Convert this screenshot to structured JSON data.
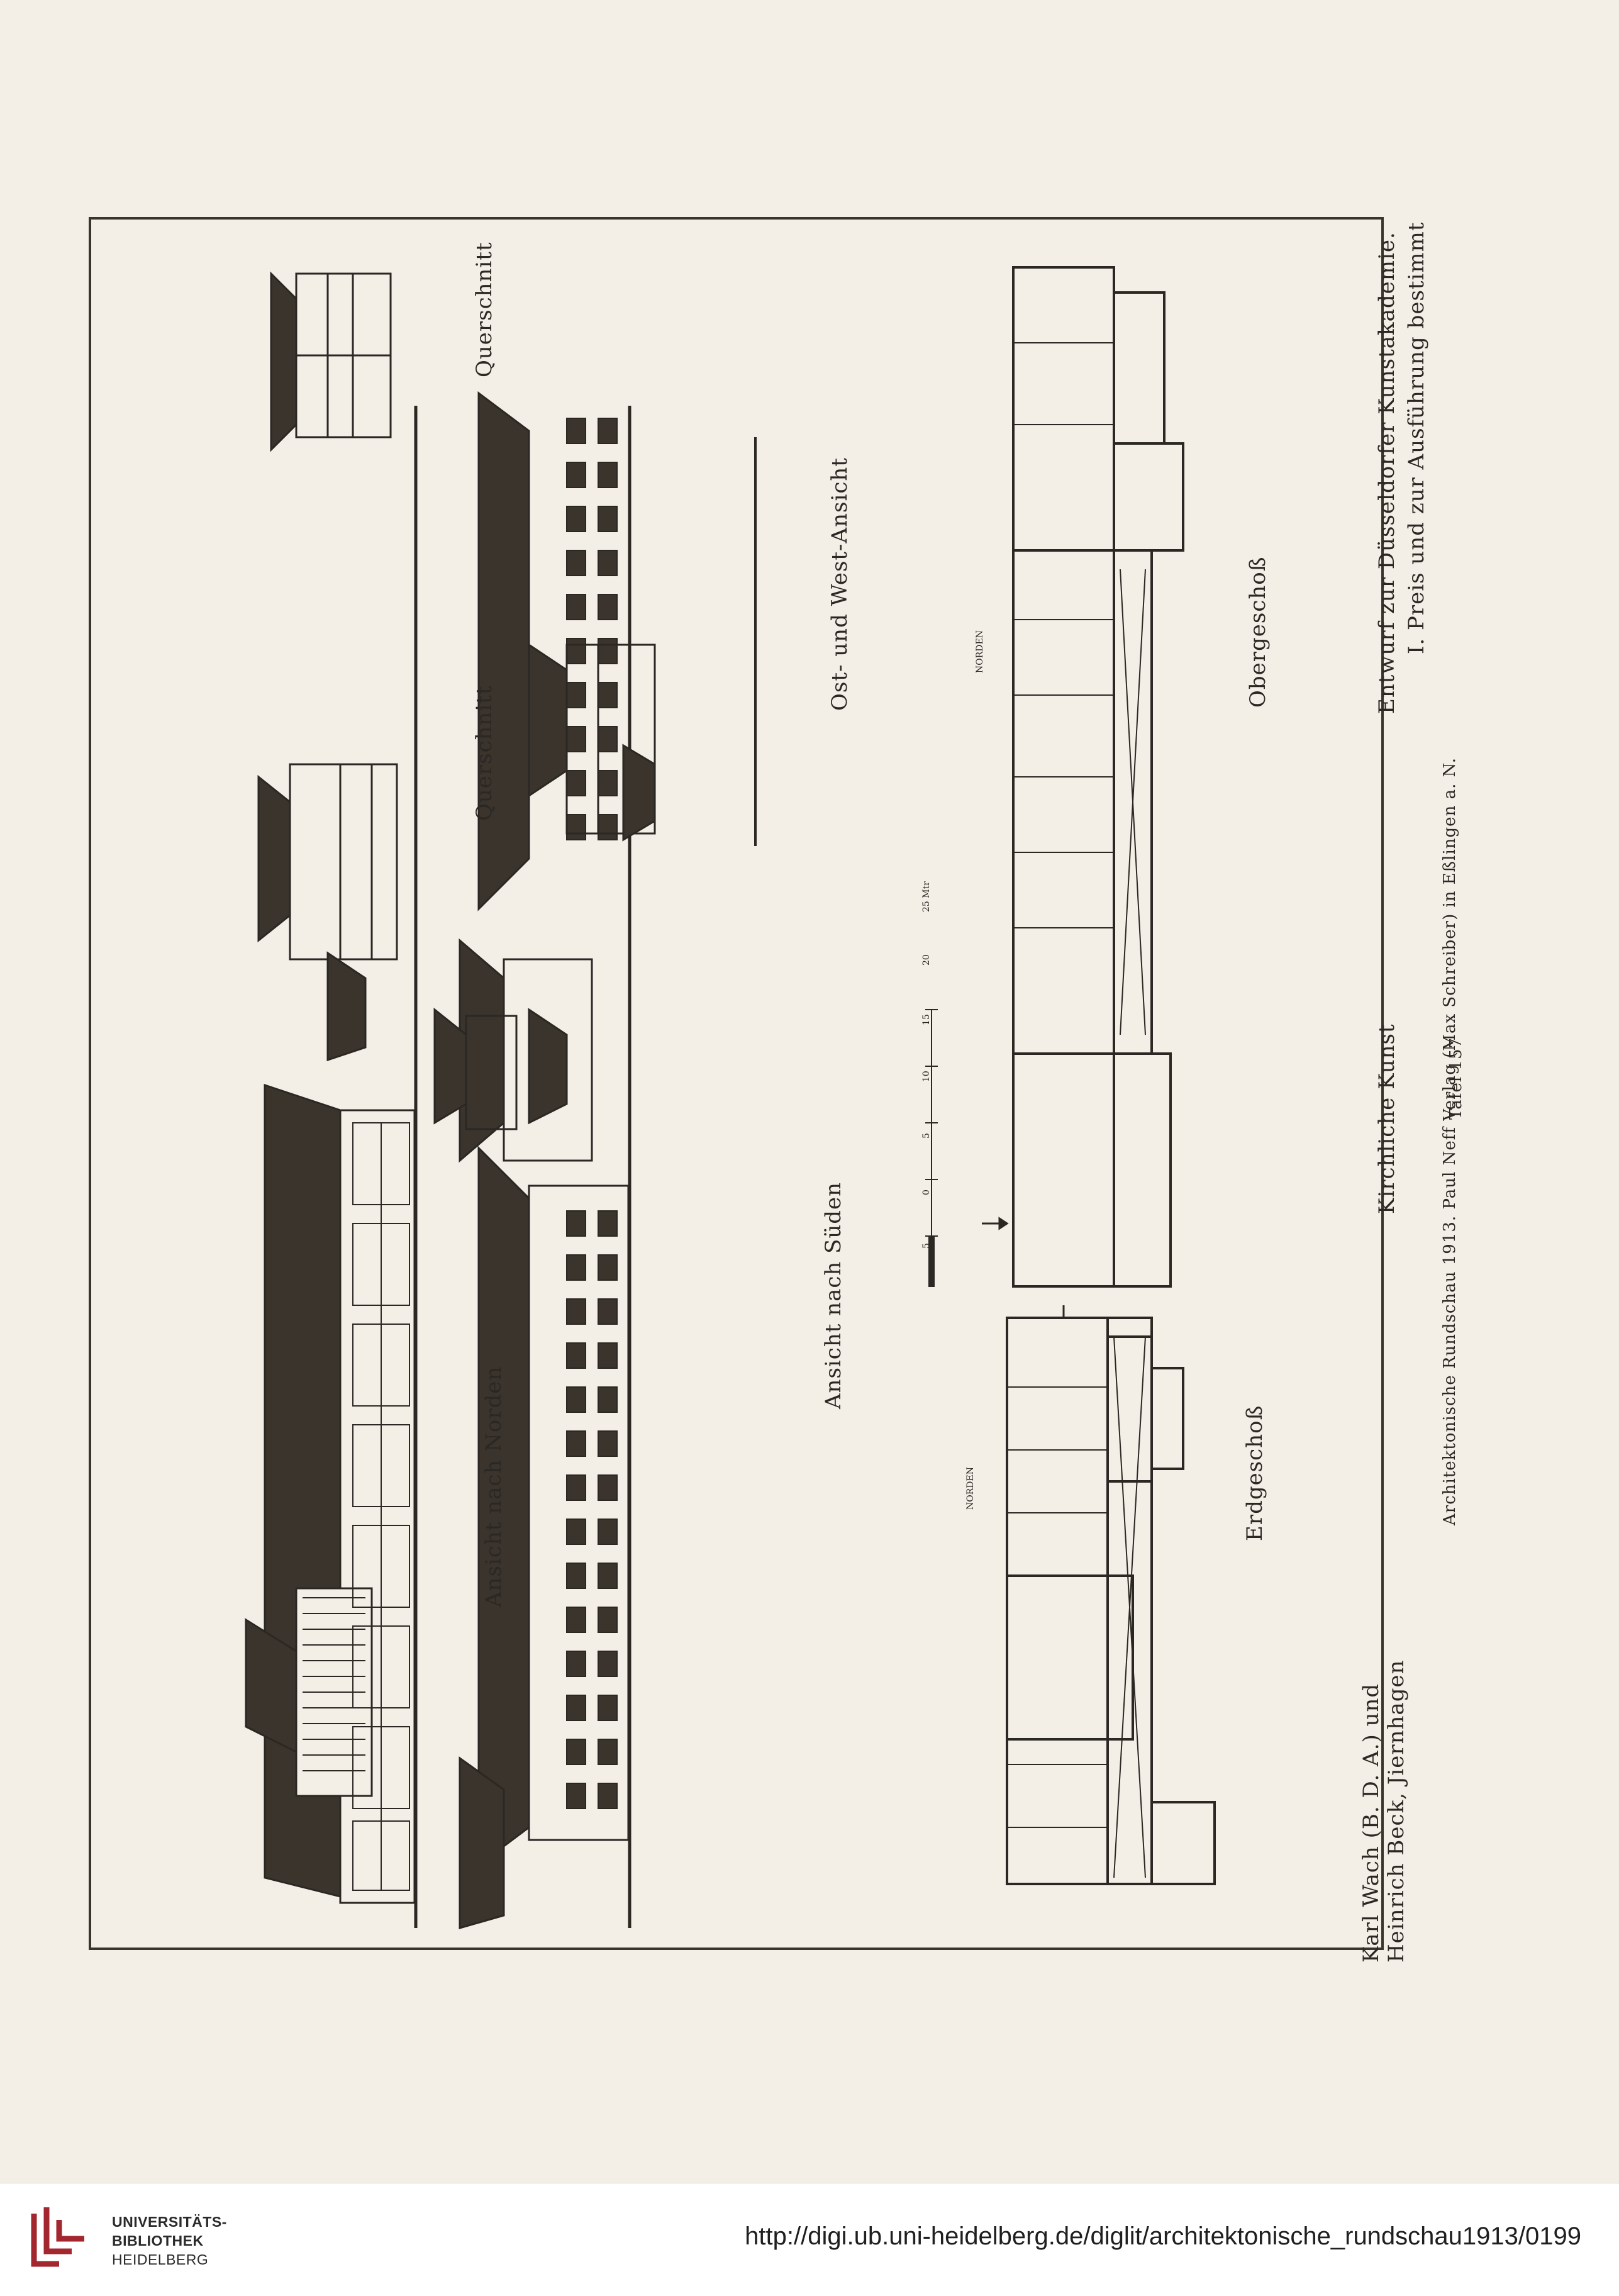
{
  "plate": {
    "right_title_line1": "Entwurf zur Düsseldorfer Kunstakademie.",
    "right_title_line2": "I. Preis und zur Ausführung bestimmt",
    "left_author_line1": "Karl Wach (B. D. A.) und",
    "left_author_line2": "Heinrich Beck, Jiernhagen",
    "category": "Kirchliche Kunst",
    "publisher": "Architektonische Rundschau 1913. Paul Neff Verlag (Max Schreiber) in Eßlingen a. N.",
    "plate_no": "Tafel 157"
  },
  "drawings": {
    "north_view": "Ansicht nach Norden",
    "south_view": "Ansicht nach Süden",
    "east_west_view": "Ost- und West-Ansicht",
    "section1": "Querschnitt",
    "section2": "Querschnitt",
    "ground_floor": "Erdgeschoß",
    "upper_floor": "Obergeschoß",
    "north_arrow": "NORDEN",
    "scale_labels": [
      "5",
      "0",
      "5",
      "10",
      "15",
      "20",
      "25 Mtr"
    ]
  },
  "footer": {
    "logo_line1": "UNIVERSITÄTS-",
    "logo_line2": "BIBLIOTHEK",
    "logo_line3": "HEIDELBERG",
    "url": "http://digi.ub.uni-heidelberg.de/diglit/architektonische_rundschau1913/0199"
  },
  "colors": {
    "paper": "#f3eee6",
    "ink": "#2b2723",
    "logo_red": "#a3272e"
  }
}
